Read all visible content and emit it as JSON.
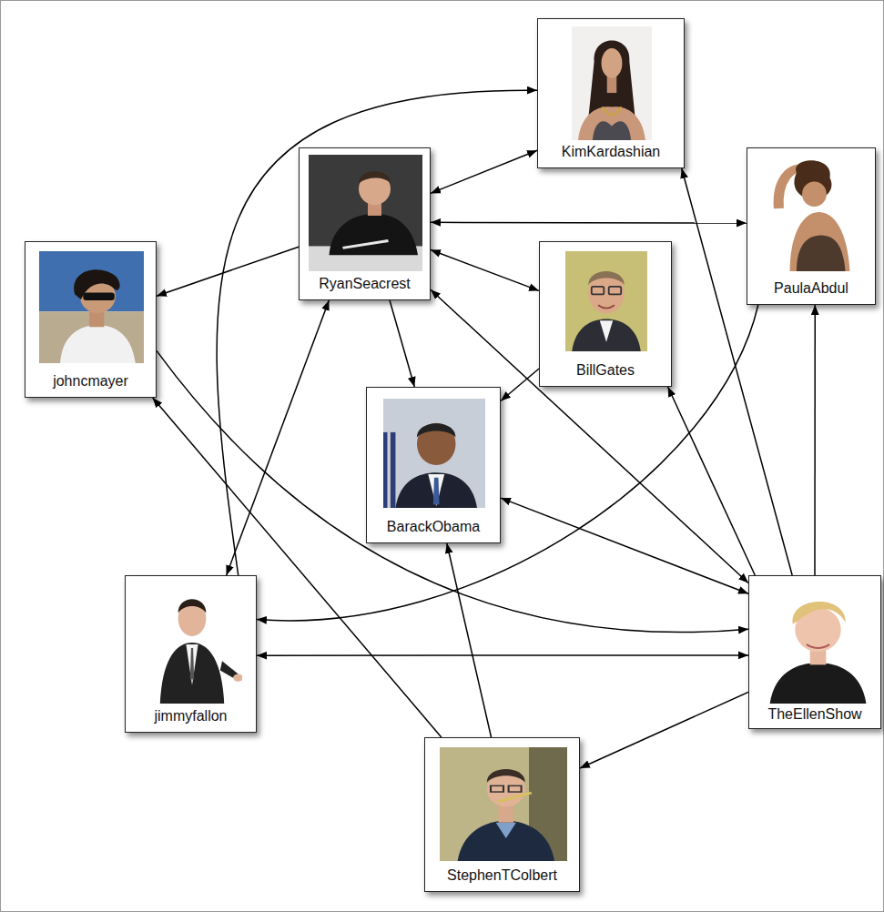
{
  "diagram": {
    "nodes": [
      {
        "text": [
          "KimKardashian"
        ]
      },
      {
        "text": [
          "RyanSeacrest"
        ]
      },
      {
        "text": [
          "PaulaAbdul"
        ]
      },
      {
        "text": [
          "johncmayer"
        ]
      },
      {
        "text": [
          "BillGates"
        ]
      },
      {
        "text": [
          "BarackObama"
        ]
      },
      {
        "text": [
          "jimmyfallon"
        ]
      },
      {
        "text": [
          "TheEllenShow"
        ]
      },
      {
        "text": [
          "StephenTColbert"
        ]
      }
    ],
    "edges": [
      {
        "from": 1,
        "to": 0,
        "arrow": "both"
      },
      {
        "from": 1,
        "to": 2,
        "arrow": "both"
      },
      {
        "from": 1,
        "to": 4,
        "arrow": "both"
      },
      {
        "from": 1,
        "to": 3,
        "arrow": "to"
      },
      {
        "from": 1,
        "to": 5,
        "arrow": "to"
      },
      {
        "from": 4,
        "to": 5,
        "arrow": "to"
      },
      {
        "from": 1,
        "to": 6,
        "arrow": "both"
      },
      {
        "from": 1,
        "to": 7,
        "arrow": "both"
      },
      {
        "from": 7,
        "to": 5,
        "arrow": "both"
      },
      {
        "from": 7,
        "to": 4,
        "arrow": "to"
      },
      {
        "from": 7,
        "to": 0,
        "arrow": "to"
      },
      {
        "from": 7,
        "to": 2,
        "arrow": "to"
      },
      {
        "from": 7,
        "to": 8,
        "arrow": "to"
      },
      {
        "from": 6,
        "to": 7,
        "arrow": "both"
      },
      {
        "from": 2,
        "to": 6,
        "arrow": "to"
      },
      {
        "from": 3,
        "to": 7,
        "arrow": "to"
      },
      {
        "from": 8,
        "to": 3,
        "arrow": "to"
      },
      {
        "from": 8,
        "to": 5,
        "arrow": "to"
      },
      {
        "from": 6,
        "to": 0,
        "arrow": "to"
      }
    ]
  }
}
